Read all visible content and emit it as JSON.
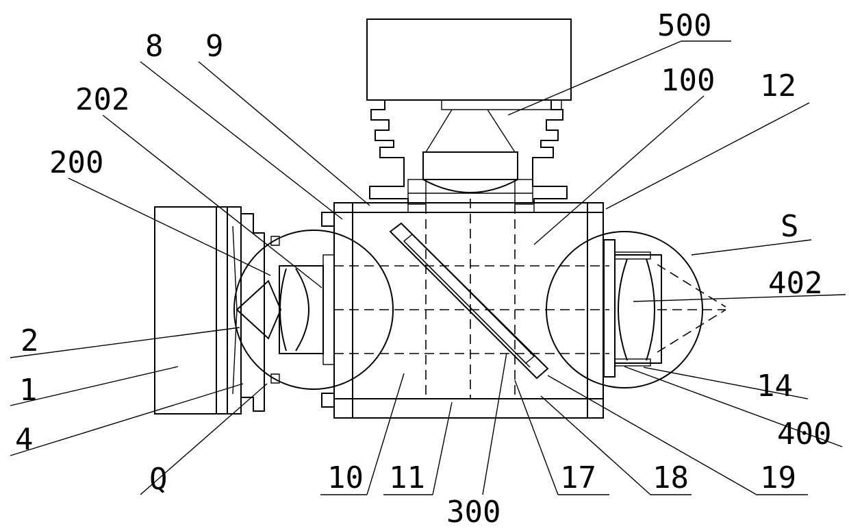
{
  "labels": {
    "l500": "500",
    "l8": "8",
    "l9": "9",
    "l100": "100",
    "l12": "12",
    "l202": "202",
    "l200": "200",
    "lS": "S",
    "l402": "402",
    "l2": "2",
    "l1": "1",
    "l4": "4",
    "lQ": "Q",
    "l14": "14",
    "l400": "400",
    "l10": "10",
    "l11": "11",
    "l300": "300",
    "l17": "17",
    "l18": "18",
    "l19": "19"
  },
  "colors": {
    "line": "#000000",
    "background": "#ffffff"
  }
}
